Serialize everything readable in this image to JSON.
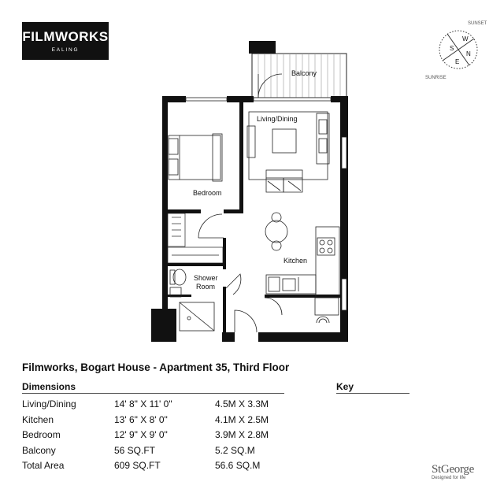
{
  "logo": {
    "brand": "FILMWORKS",
    "sub": "EALING"
  },
  "compass": {
    "sunset": "SUNSET",
    "sunrise": "SUNRISE",
    "n": "N",
    "e": "E",
    "s": "S",
    "w": "W"
  },
  "rooms": {
    "balcony": "Balcony",
    "living": "Living/Dining",
    "bedroom": "Bedroom",
    "kitchen": "Kitchen",
    "shower_1": "Shower",
    "shower_2": "Room"
  },
  "title": "Filmworks, Bogart House - Apartment 35, Third Floor",
  "dimensions_heading": "Dimensions",
  "key_heading": "Key",
  "dimensions": [
    {
      "room": "Living/Dining",
      "imperial": "14' 8\" X 11' 0\"",
      "metric": "4.5M X 3.3M"
    },
    {
      "room": "Kitchen",
      "imperial": "13' 6\" X 8' 0\"",
      "metric": "4.1M X 2.5M"
    },
    {
      "room": "Bedroom",
      "imperial": "12' 9\" X 9' 0\"",
      "metric": "3.9M X 2.8M"
    },
    {
      "room": "Balcony",
      "imperial": "56 SQ.FT",
      "metric": "5.2 SQ.M"
    },
    {
      "room": "Total Area",
      "imperial": "609 SQ.FT",
      "metric": "56.6 SQ.M"
    }
  ],
  "developer": {
    "name": "StGeorge",
    "tagline": "Designed for life"
  }
}
